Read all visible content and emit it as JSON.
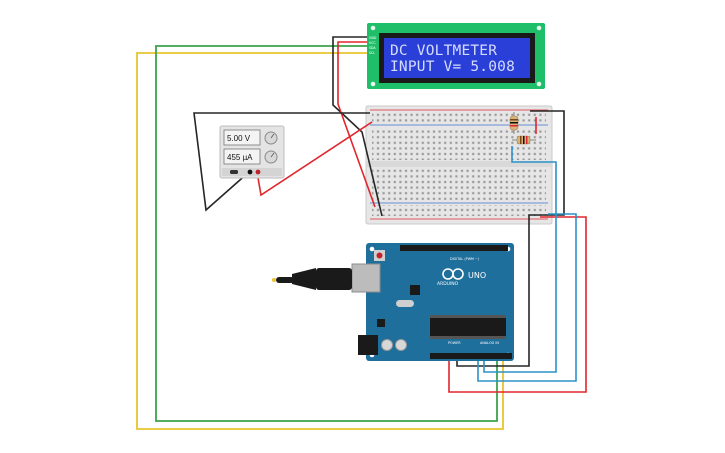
{
  "lcd": {
    "line1": "DC VOLTMETER",
    "line2": "INPUT V= 5.008"
  },
  "power_supply": {
    "voltage": "5.00 V",
    "current": "455 µA"
  },
  "arduino": {
    "brand": "ARDUINO",
    "model": "UNO",
    "digital_label": "DIGITAL (PWM ~)",
    "power_label": "POWER",
    "analog_label": "ANALOG IN"
  },
  "colors": {
    "wire_red": "#e0262e",
    "wire_black": "#262626",
    "wire_green": "#3ba34a",
    "wire_yellow": "#e8c52c",
    "wire_blue": "#2c93c8",
    "board_blue": "#1f6f9c",
    "lcd_green": "#1fbf6a",
    "lcd_screen": "#2a3fd8"
  },
  "icons": [
    "potentiometer-knob-icon",
    "usb-plug-icon",
    "reset-button-icon",
    "resistor-icon"
  ]
}
